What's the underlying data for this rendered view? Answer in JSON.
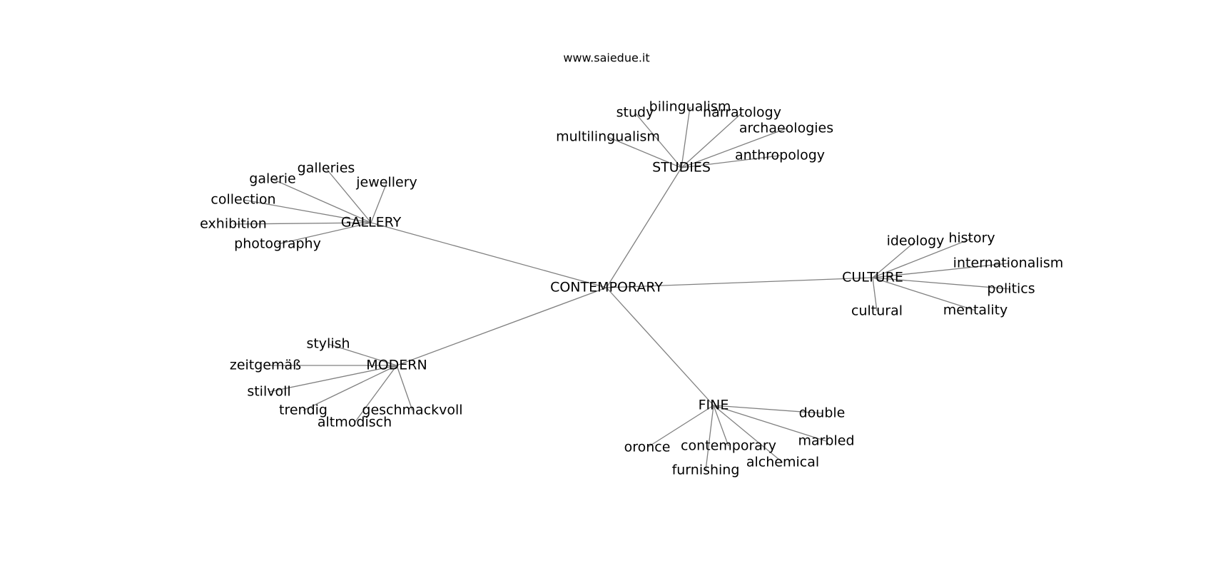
{
  "header": {
    "site": "www.saiedue.it"
  },
  "graph": {
    "colors": {
      "edge": "#808080",
      "text": "#000000"
    },
    "root": "CONTEMPORARY",
    "hubs": [
      {
        "id": "studies",
        "label": "STUDIES",
        "leaves": [
          "study",
          "bilingualism",
          "narratology",
          "archaeologies",
          "multilingualism",
          "anthropology"
        ]
      },
      {
        "id": "gallery",
        "label": "GALLERY",
        "leaves": [
          "galleries",
          "galerie",
          "jewellery",
          "collection",
          "exhibition",
          "photography"
        ]
      },
      {
        "id": "culture",
        "label": "CULTURE",
        "leaves": [
          "ideology",
          "history",
          "internationalism",
          "politics",
          "cultural",
          "mentality"
        ]
      },
      {
        "id": "modern",
        "label": "MODERN",
        "leaves": [
          "stylish",
          "zeitgemäß",
          "stilvoll",
          "trendig",
          "geschmackvoll",
          "altmodisch"
        ]
      },
      {
        "id": "fine",
        "label": "FINE",
        "leaves": [
          "double",
          "marbled",
          "oronce",
          "contemporary",
          "alchemical",
          "furnishing"
        ]
      }
    ]
  }
}
